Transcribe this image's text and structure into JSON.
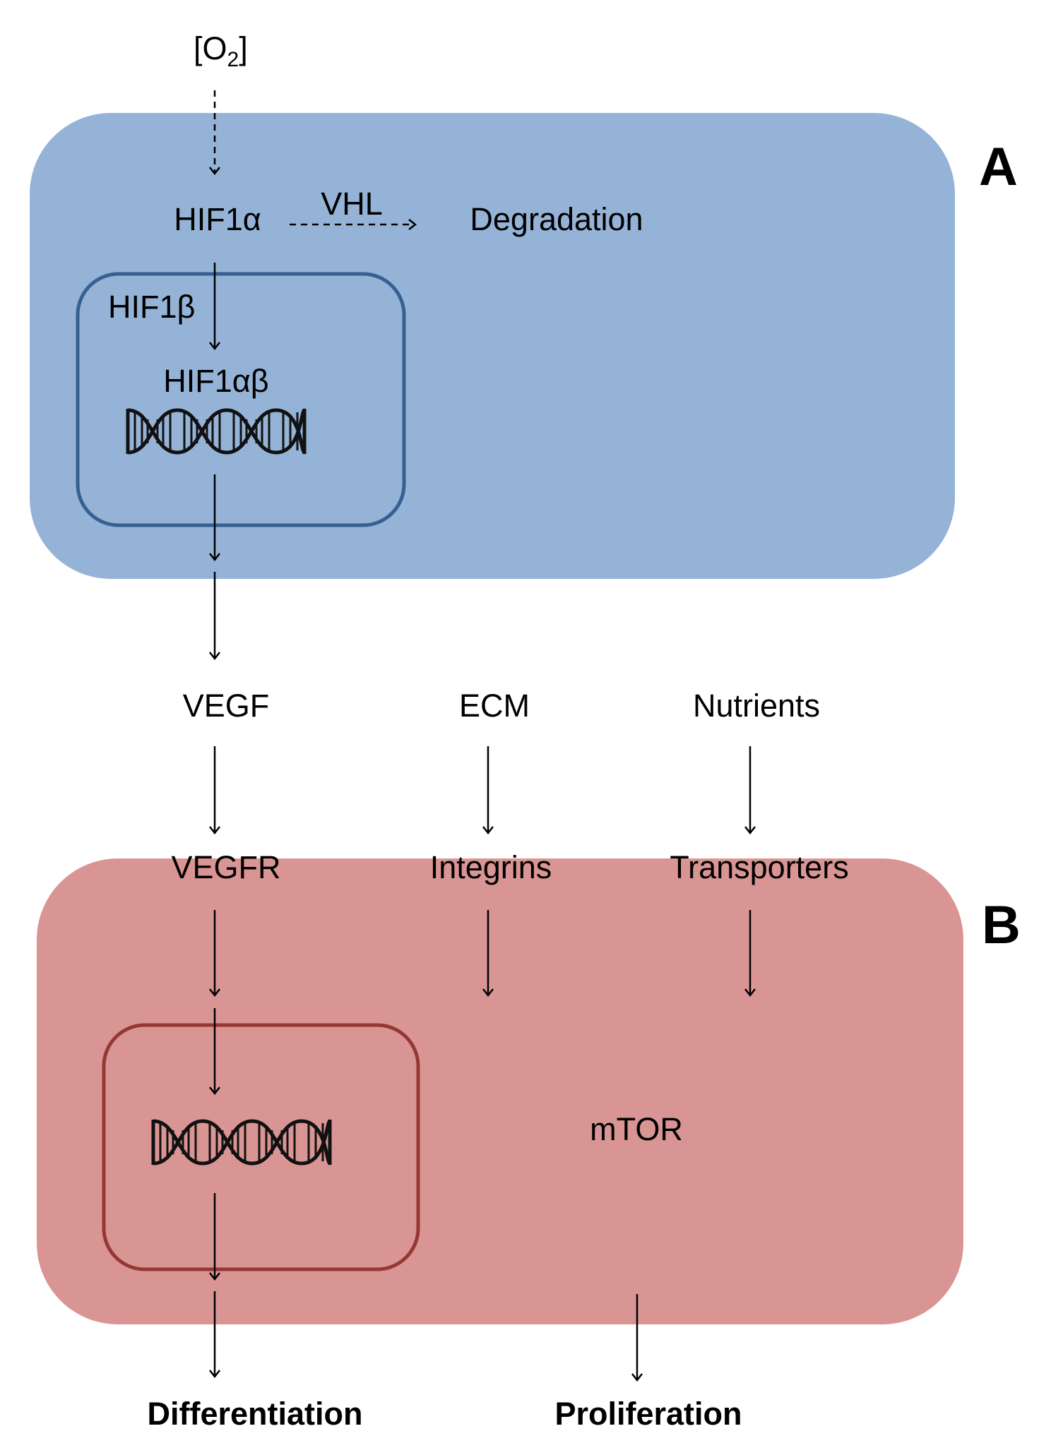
{
  "panels": {
    "a": {
      "letter": "A",
      "color": "#95b3d7",
      "nucleus_stroke": "#366092"
    },
    "b": {
      "letter": "B",
      "color": "#d99594",
      "nucleus_stroke": "#953735"
    }
  },
  "labels": {
    "oxygen_prefix": "[O",
    "oxygen_sub": "2",
    "oxygen_suffix": "]",
    "hif1a": "HIF1α",
    "vhl": "VHL",
    "degradation": "Degradation",
    "hif1b": "HIF1β",
    "hif1ab": "HIF1αβ",
    "vegf": "VEGF",
    "ecm": "ECM",
    "nutrients": "Nutrients",
    "vegfr": "VEGFR",
    "integrins": "Integrins",
    "transporters": "Transporters",
    "mtor": "mTOR",
    "differentiation": "Differentiation",
    "proliferation": "Proliferation"
  },
  "icons": {
    "dna_a": "dna-helix-icon",
    "dna_b": "dna-helix-icon"
  }
}
